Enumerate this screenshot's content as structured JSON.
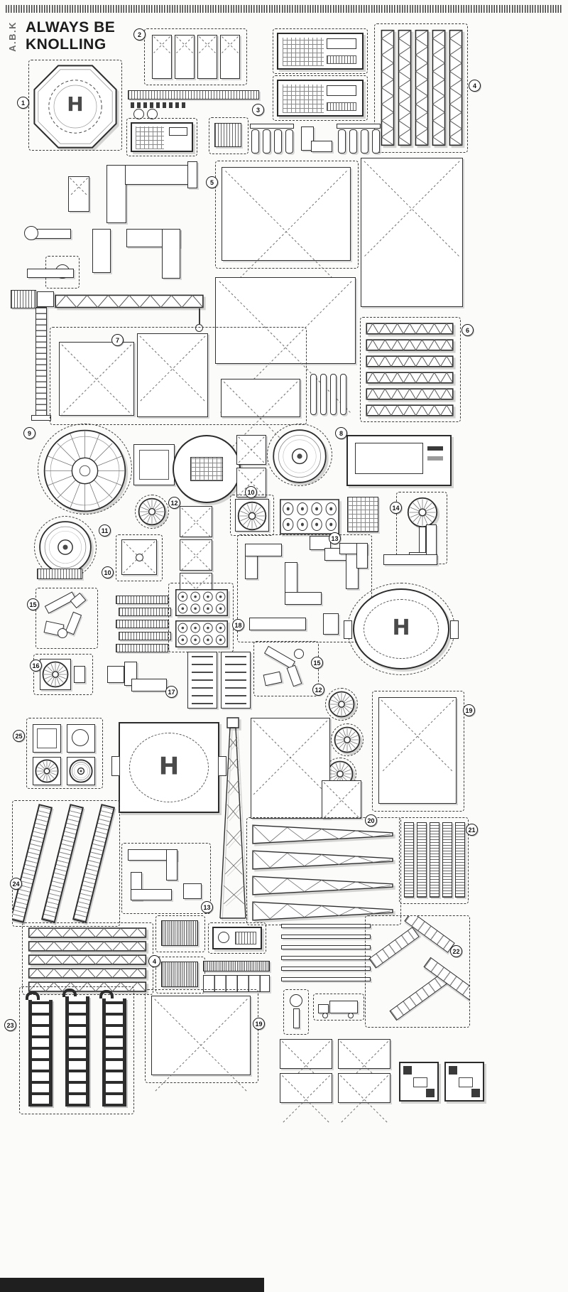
{
  "header": {
    "brand": "A.B.K",
    "title_line1": "ALWAYS BE",
    "title_line2": "KNOLLING"
  },
  "helipad_letter": "H",
  "callouts": {
    "c1": "1",
    "c2": "2",
    "c3": "3",
    "c4": "4",
    "c4b": "4",
    "c5": "5",
    "c6": "6",
    "c7": "7",
    "c8": "8",
    "c9": "9",
    "c10": "10",
    "c10b": "10",
    "c11": "11",
    "c12": "12",
    "c12b": "12",
    "c13": "13",
    "c13b": "13",
    "c14": "14",
    "c15": "15",
    "c15b": "15",
    "c16": "16",
    "c17": "17",
    "c18": "18",
    "c19": "19",
    "c19b": "19",
    "c20": "20",
    "c21": "21",
    "c22": "22",
    "c23": "23",
    "c24": "24",
    "c25": "25"
  }
}
